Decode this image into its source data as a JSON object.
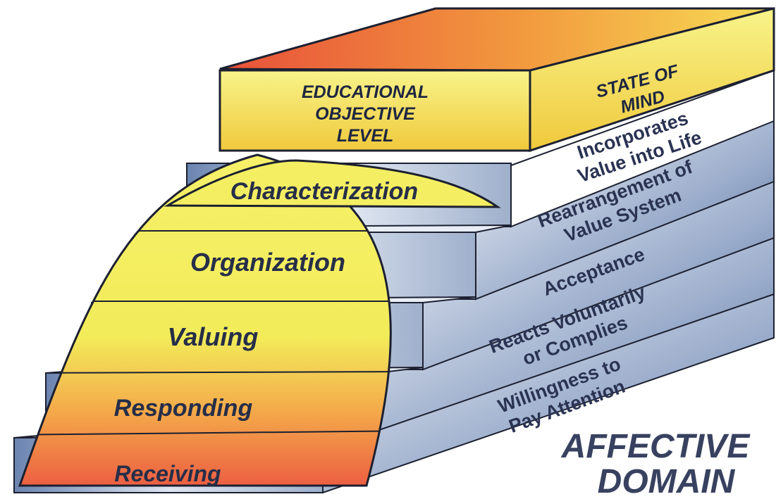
{
  "header": {
    "level_lines": [
      "EDUCATIONAL",
      "OBJECTIVE",
      "LEVEL"
    ],
    "mind_lines": [
      "STATE OF",
      "MIND"
    ]
  },
  "levels": [
    {
      "level": "Characterization",
      "state_of_mind": [
        "Incorporates",
        "Value into Life"
      ]
    },
    {
      "level": "Organization",
      "state_of_mind": [
        "Rearrangement of",
        "Value System"
      ]
    },
    {
      "level": "Valuing",
      "state_of_mind": [
        "Acceptance"
      ]
    },
    {
      "level": "Responding",
      "state_of_mind": [
        "Reacts Voluntarily",
        "or Complies"
      ]
    },
    {
      "level": "Receiving",
      "state_of_mind": [
        "Willingness to",
        "Pay Attention"
      ]
    }
  ],
  "caption": [
    "AFFECTIVE",
    "DOMAIN"
  ],
  "colors": {
    "yellow": "#f2ec5a",
    "orange": "#f4a84a",
    "red_orange": "#ec6a45",
    "step_blue": "#5f7aa6",
    "step_light": "#c9d3e4",
    "outline": "#1c2030"
  }
}
